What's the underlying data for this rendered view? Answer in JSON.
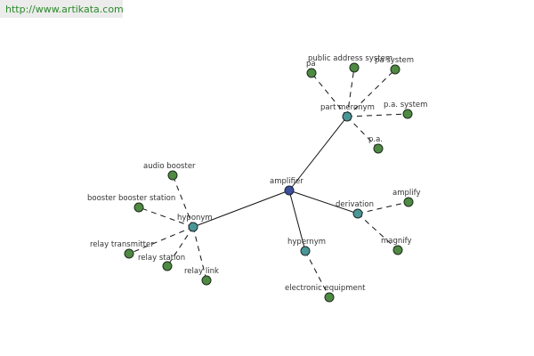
{
  "header": {
    "url": "http://www.artikata.com"
  },
  "graph": {
    "root": {
      "label": "amplifier"
    },
    "relations": {
      "part_meronym": {
        "label": "part meronym",
        "items": [
          "pa",
          "public address system",
          "pa system",
          "p.a. system",
          "p.a."
        ]
      },
      "hyponym": {
        "label": "hyponym",
        "items": [
          "audio booster",
          "booster booster station",
          "relay transmitter",
          "relay station",
          "relay link"
        ]
      },
      "derivation": {
        "label": "derivation",
        "items": [
          "amplify",
          "magnify"
        ]
      },
      "hypernym": {
        "label": "hypernym",
        "items": [
          "electronic equipment"
        ]
      }
    }
  }
}
